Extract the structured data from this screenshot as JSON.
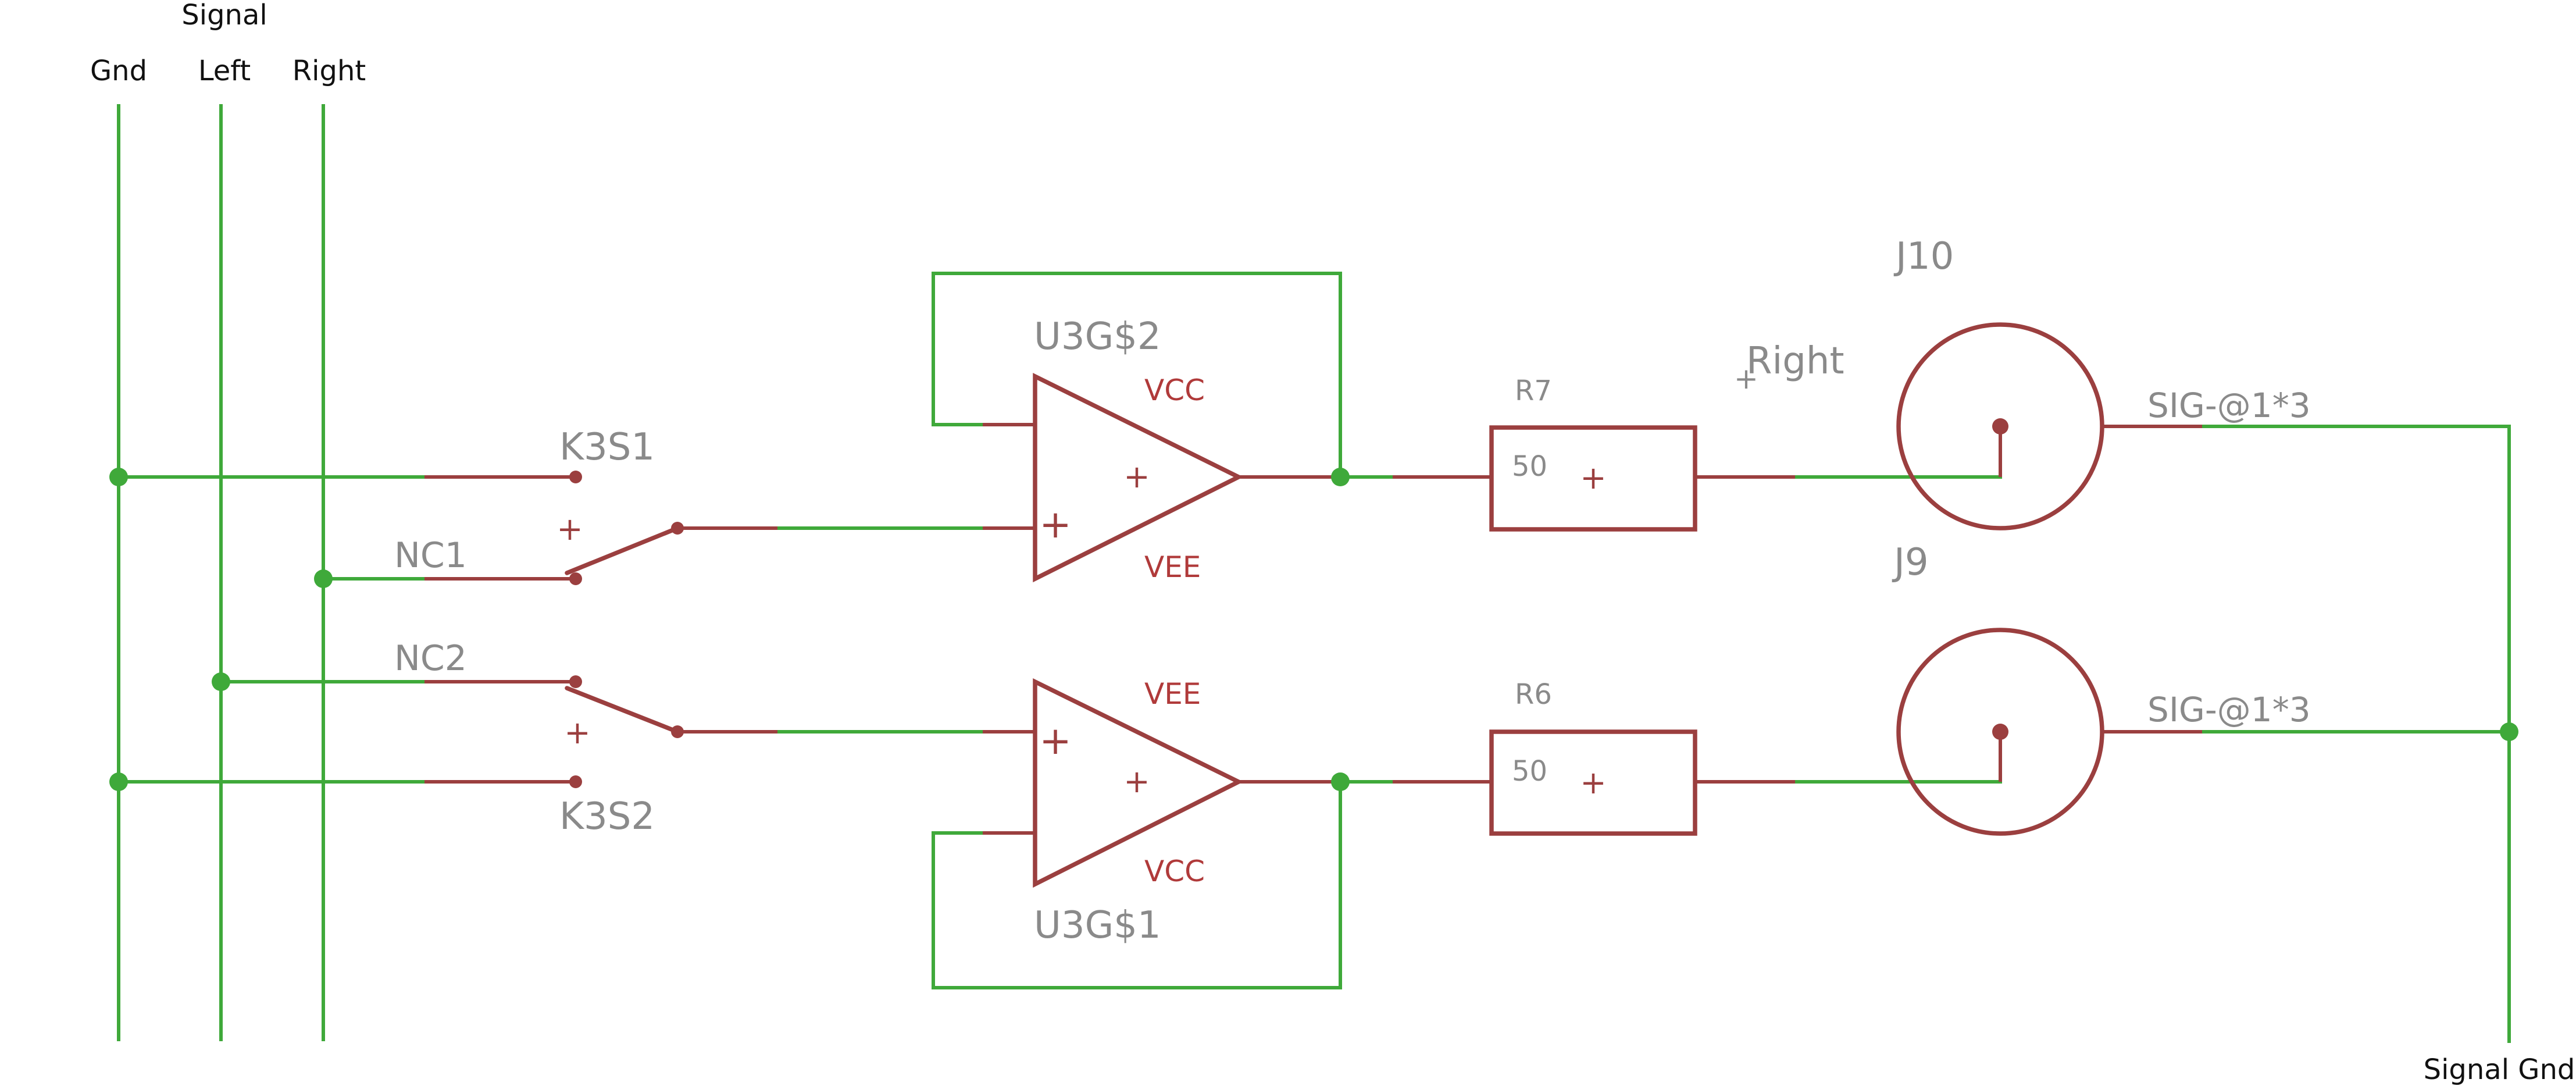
{
  "buses": {
    "group_label": "Signal",
    "gnd": "Gnd",
    "left": "Left",
    "right": "Right",
    "signal_gnd": "Signal Gnd"
  },
  "relay": {
    "k3s1": "K3S1",
    "k3s2": "K3S2",
    "nc1": "NC1",
    "nc2": "NC2",
    "plus": "+"
  },
  "opamps": {
    "top": {
      "name": "U3G$2",
      "pin_top": "VCC",
      "pin_bottom": "VEE"
    },
    "bottom": {
      "name": "U3G$1",
      "pin_top": "VEE",
      "pin_bottom": "VCC"
    },
    "plus": "+"
  },
  "resistors": {
    "r7": {
      "name": "R7",
      "value": "50"
    },
    "r6": {
      "name": "R6",
      "value": "50"
    }
  },
  "jacks": {
    "j10": {
      "name": "J10",
      "pin": "SIG-@1*3"
    },
    "j9": {
      "name": "J9",
      "pin": "SIG-@1*3"
    }
  },
  "net_labels": {
    "right": "Right"
  },
  "colors": {
    "wire": "#3fa93a",
    "part": "#9b3f3f",
    "name_text": "#8a8a8a",
    "pin_text": "#b03a3a"
  }
}
